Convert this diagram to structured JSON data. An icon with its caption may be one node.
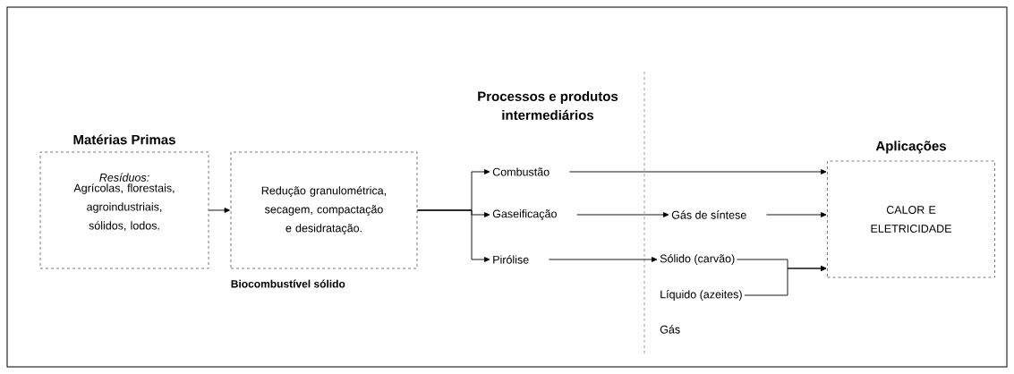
{
  "diagram": {
    "nodes": [
      {
        "text": [
          "Matérias Primas",
          "Resíduos:",
          "Agrícolas, florestais, agroindustriais, sólidos, lodos."
        ]
      },
      {
        "text": [
          "Redução granulométrica, secagem, compactação e desidratação."
        ],
        "beside": [
          "Biocombustível sólido"
        ]
      },
      {
        "text": [
          "Combustão"
        ]
      },
      {
        "text": [
          "Gaseificação"
        ]
      },
      {
        "text": [
          "Pirólise"
        ]
      },
      {
        "text": [
          "Gás de síntese"
        ]
      },
      {
        "text": [
          "Sólido (carvão)"
        ]
      },
      {
        "text": [
          "Líquido (azeites)"
        ]
      },
      {
        "text": [
          "Aplicações",
          "CALOR E ELETRICIDADE"
        ]
      }
    ],
    "edges": [
      {
        "from": 0,
        "to": 1,
        "arrow": "to"
      },
      {
        "from": 1,
        "to": 2,
        "arrow": "to"
      },
      {
        "from": 1,
        "to": 3,
        "arrow": "to"
      },
      {
        "from": 1,
        "to": 4,
        "arrow": "to"
      },
      {
        "from": 2,
        "to": 8,
        "arrow": "to"
      },
      {
        "from": 3,
        "to": 5,
        "arrow": "to"
      },
      {
        "from": 4,
        "to": 6,
        "arrow": "to"
      },
      {
        "from": 5,
        "to": 8,
        "arrow": "to"
      },
      {
        "from": 6,
        "to": 8,
        "arrow": "to"
      },
      {
        "from": 7,
        "to": 8,
        "arrow": "to"
      }
    ],
    "labels": [
      "Processos e produtos intermediários",
      "Gás"
    ]
  }
}
